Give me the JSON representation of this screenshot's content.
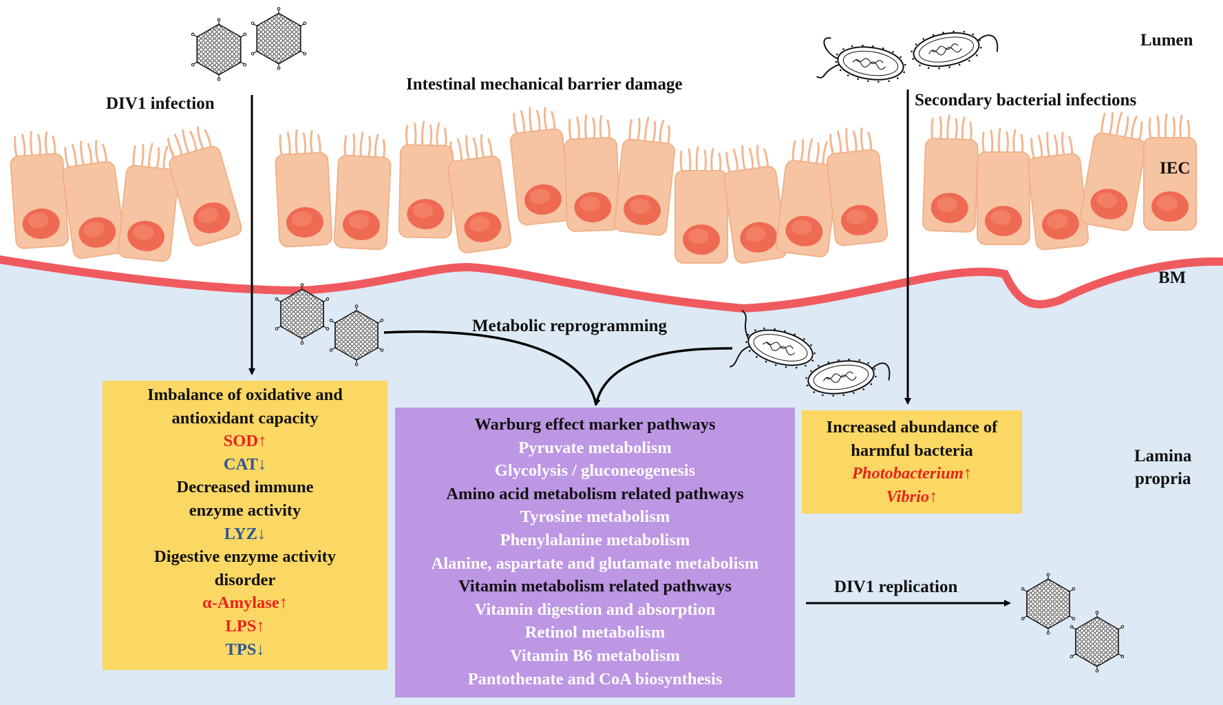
{
  "colors": {
    "lumen_bg": "#ffffff",
    "lamina_bg": "#dde9f5",
    "basement_membrane": "#ef5a5f",
    "cell_fill": "#f7c4a3",
    "nucleus_fill": "#ef6a52",
    "yellow_box": "#fbd763",
    "purple_box": "#bd96e4",
    "up_text": "#e8231e",
    "down_text": "#2f5597",
    "white_text": "#ffffff"
  },
  "regions": {
    "lumen": "Lumen",
    "iec": "IEC",
    "bm": "BM",
    "lamina_line1": "Lamina",
    "lamina_line2": "propria"
  },
  "labels": {
    "div1_infection": "DIV1 infection",
    "barrier_damage": "Intestinal mechanical barrier damage",
    "secondary_infections": "Secondary bacterial infections",
    "metabolic_reprogramming": "Metabolic reprogramming",
    "div1_replication": "DIV1 replication"
  },
  "oxidative_box": {
    "lines": [
      {
        "text": "Imbalance of oxidative and",
        "style": "h"
      },
      {
        "text": "antioxidant capacity",
        "style": "h"
      },
      {
        "text": "SOD↑",
        "style": "up"
      },
      {
        "text": "CAT↓",
        "style": "down"
      },
      {
        "text": "Decreased immune",
        "style": "h"
      },
      {
        "text": "enzyme activity",
        "style": "h"
      },
      {
        "text": "LYZ↓",
        "style": "down"
      },
      {
        "text": "Digestive enzyme activity",
        "style": "h"
      },
      {
        "text": "disorder",
        "style": "h"
      },
      {
        "text": "α-Amylase↑",
        "style": "up"
      },
      {
        "text": "LPS↑",
        "style": "up"
      },
      {
        "text": "TPS↓",
        "style": "down"
      }
    ]
  },
  "warburg_box": {
    "lines": [
      {
        "text": "Warburg effect marker pathways",
        "style": "h"
      },
      {
        "text": "Pyruvate metabolism",
        "style": "w"
      },
      {
        "text": "Glycolysis / gluconeogenesis",
        "style": "w"
      },
      {
        "text": "Amino acid metabolism related pathways",
        "style": "h"
      },
      {
        "text": "Tyrosine metabolism",
        "style": "w"
      },
      {
        "text": "Phenylalanine metabolism",
        "style": "w"
      },
      {
        "text": "Alanine, aspartate and glutamate metabolism",
        "style": "w"
      },
      {
        "text": "Vitamin metabolism related pathways",
        "style": "h"
      },
      {
        "text": "Vitamin digestion and absorption",
        "style": "w"
      },
      {
        "text": "Retinol metabolism",
        "style": "w"
      },
      {
        "text": "Vitamin B6 metabolism",
        "style": "w"
      },
      {
        "text": "Pantothenate and CoA biosynthesis",
        "style": "w"
      }
    ]
  },
  "bacteria_box": {
    "lines": [
      {
        "text": "Increased abundance of",
        "style": "h"
      },
      {
        "text": "harmful bacteria",
        "style": "h"
      },
      {
        "text": "Photobacterium↑",
        "style": "up it"
      },
      {
        "text": "Vibrio↑",
        "style": "up it"
      }
    ]
  }
}
